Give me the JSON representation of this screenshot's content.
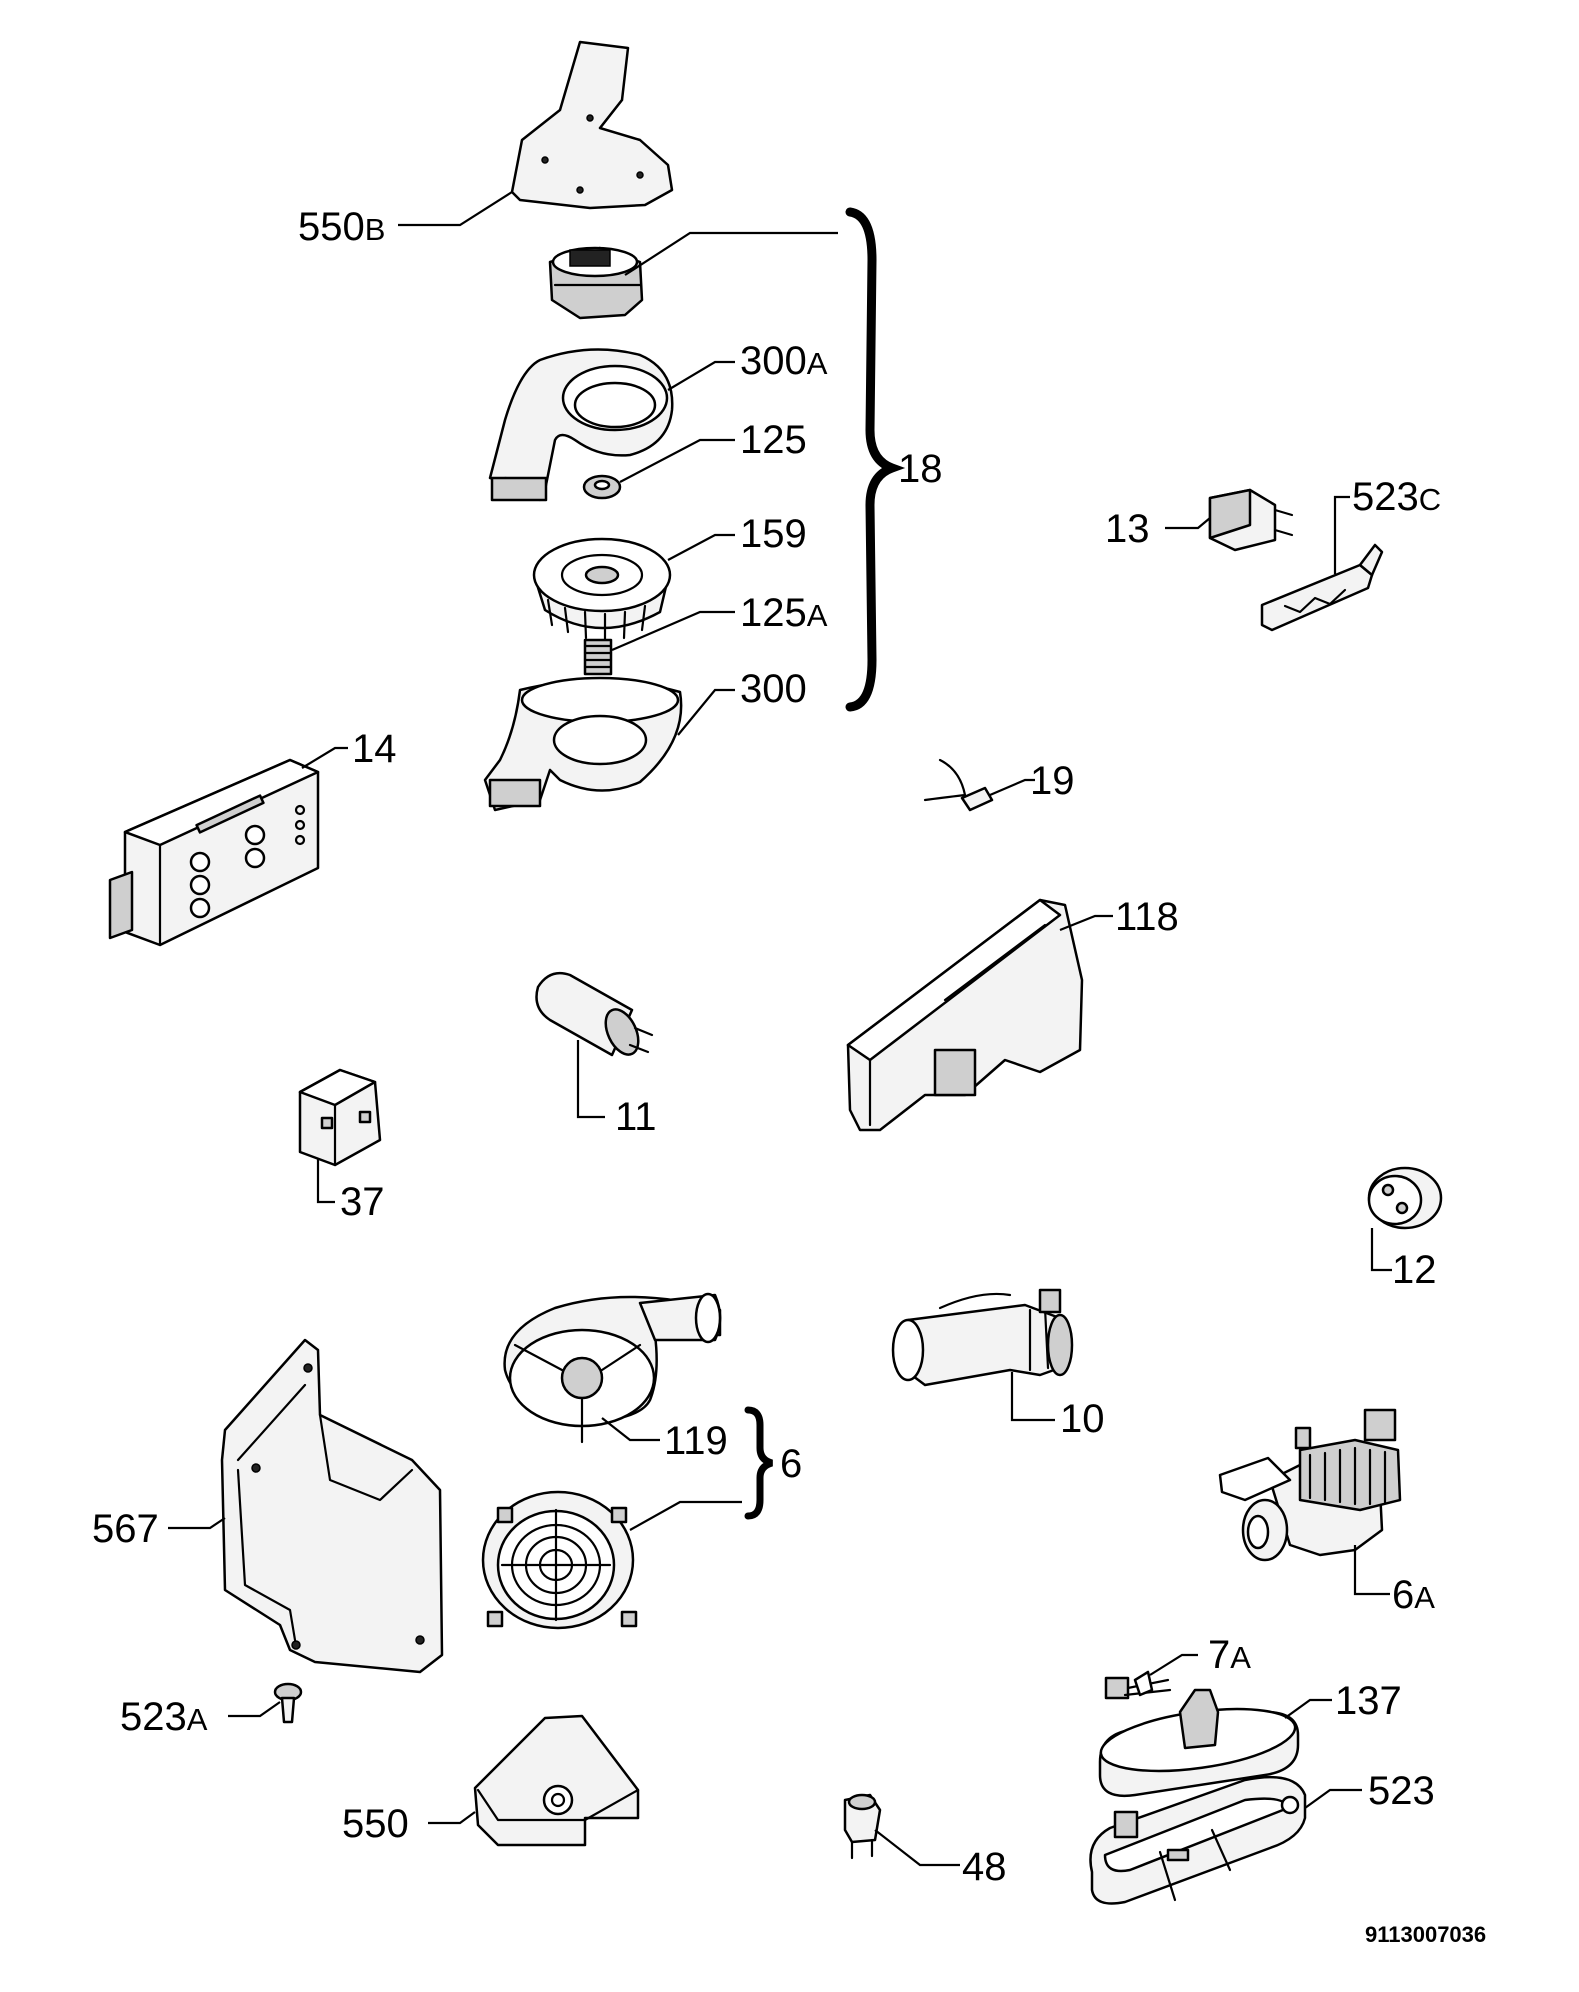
{
  "document_number": "9113007036",
  "labels": {
    "p550b": {
      "main": "550",
      "suffix": "B"
    },
    "p300a": {
      "main": "300",
      "suffix": "A"
    },
    "p125": {
      "main": "125",
      "suffix": ""
    },
    "p18": {
      "main": "18",
      "suffix": ""
    },
    "p159": {
      "main": "159",
      "suffix": ""
    },
    "p125a": {
      "main": "125",
      "suffix": "A"
    },
    "p300": {
      "main": "300",
      "suffix": ""
    },
    "p13": {
      "main": "13",
      "suffix": ""
    },
    "p523c": {
      "main": "523",
      "suffix": "C"
    },
    "p14": {
      "main": "14",
      "suffix": ""
    },
    "p19": {
      "main": "19",
      "suffix": ""
    },
    "p118": {
      "main": "118",
      "suffix": ""
    },
    "p11": {
      "main": "11",
      "suffix": ""
    },
    "p37": {
      "main": "37",
      "suffix": ""
    },
    "p12": {
      "main": "12",
      "suffix": ""
    },
    "p10": {
      "main": "10",
      "suffix": ""
    },
    "p119": {
      "main": "119",
      "suffix": ""
    },
    "p6": {
      "main": "6",
      "suffix": ""
    },
    "p567": {
      "main": "567",
      "suffix": ""
    },
    "p6a": {
      "main": "6",
      "suffix": "A"
    },
    "p7a": {
      "main": "7",
      "suffix": "A"
    },
    "p137": {
      "main": "137",
      "suffix": ""
    },
    "p523a": {
      "main": "523",
      "suffix": "A"
    },
    "p523": {
      "main": "523",
      "suffix": ""
    },
    "p550": {
      "main": "550",
      "suffix": ""
    },
    "p48": {
      "main": "48",
      "suffix": ""
    }
  }
}
